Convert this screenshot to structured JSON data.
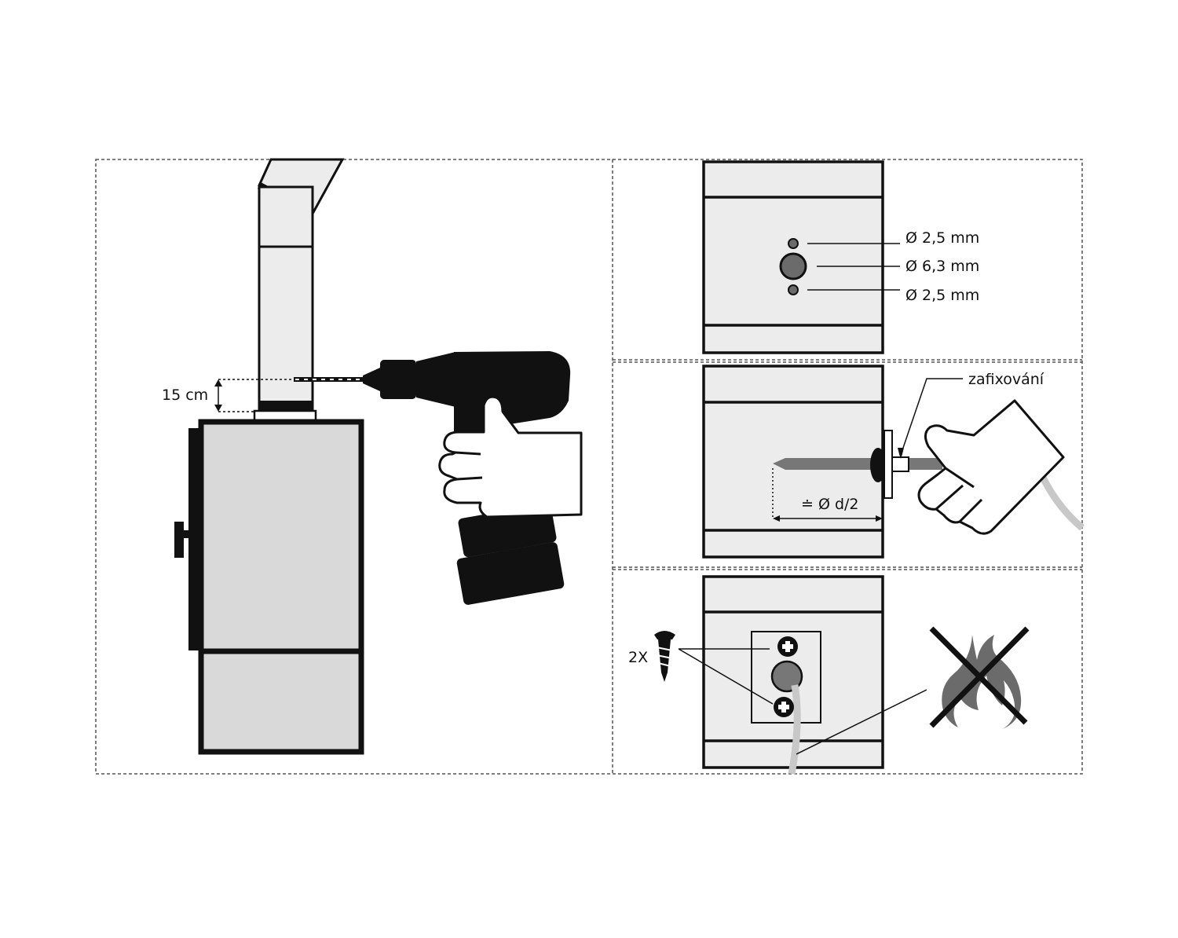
{
  "panels": {
    "stove_drilling": {
      "height_label": "15 cm"
    },
    "hole_sizes": {
      "small_hole_top": "Ø 2,5 mm",
      "center_hole": "Ø 6,3 mm",
      "small_hole_bottom": "Ø 2,5 mm"
    },
    "probe_insertion": {
      "fixation_label": "zafixování",
      "depth_label": "≐ Ø d/2"
    },
    "screw_mounting": {
      "screw_count": "2X"
    }
  },
  "colors": {
    "outline": "#111111",
    "pipe_fill": "#ececec",
    "stove_fill": "#d9d9d9",
    "hole_fill": "#6b6b6b",
    "probe_fill": "#777777",
    "cable_fill": "#c8c8c8",
    "dashed_border": "#555555"
  },
  "icons": [
    "drill-icon",
    "hand-icon",
    "glove-hand-icon",
    "screw-icon",
    "no-fire-icon"
  ]
}
